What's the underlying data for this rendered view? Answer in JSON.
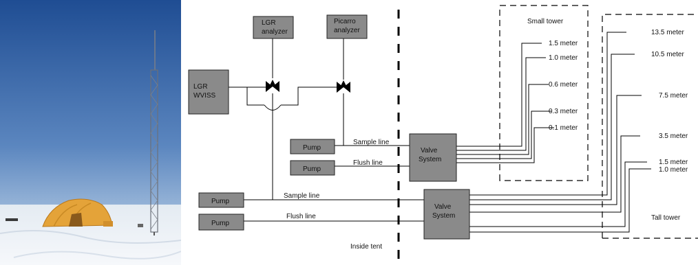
{
  "photo": {
    "description_icons": [
      "tower-icon",
      "tent-icon"
    ],
    "colors": {
      "sky_top": "#1f4f96",
      "sky_bottom": "#c9dcee",
      "snow": "#eef2f6",
      "tent": "#e2a23a"
    }
  },
  "boxes": {
    "lgr_analyzer": [
      "LGR",
      "analyzer"
    ],
    "picarro_analyzer": [
      "Picarro",
      "analyzer"
    ],
    "lgr_wviss": [
      "LGR",
      "WVISS"
    ],
    "pump_small_sample": "Pump",
    "pump_small_flush": "Pump",
    "pump_tall_sample": "Pump",
    "pump_tall_flush": "Pump",
    "valve_small": [
      "Valve",
      "System"
    ],
    "valve_tall": [
      "Valve",
      "System"
    ]
  },
  "lines": {
    "small_sample": "Sample line",
    "small_flush": "Flush line",
    "tall_sample": "Sample line",
    "tall_flush": "Flush line"
  },
  "inside_tent": "Inside tent",
  "small_tower": {
    "title": "Small tower",
    "heights": [
      "1.5 meter",
      "1.0 meter",
      "0.6 meter",
      "0.3 meter",
      "0.1 meter"
    ]
  },
  "tall_tower": {
    "title": "Tall tower",
    "heights": [
      "13.5 meter",
      "10.5 meter",
      "7.5 meter",
      "3.5 meter",
      "1.5 meter",
      "1.0 meter"
    ]
  },
  "colors": {
    "box_fill": "#8a8a8a",
    "line": "#000000"
  }
}
